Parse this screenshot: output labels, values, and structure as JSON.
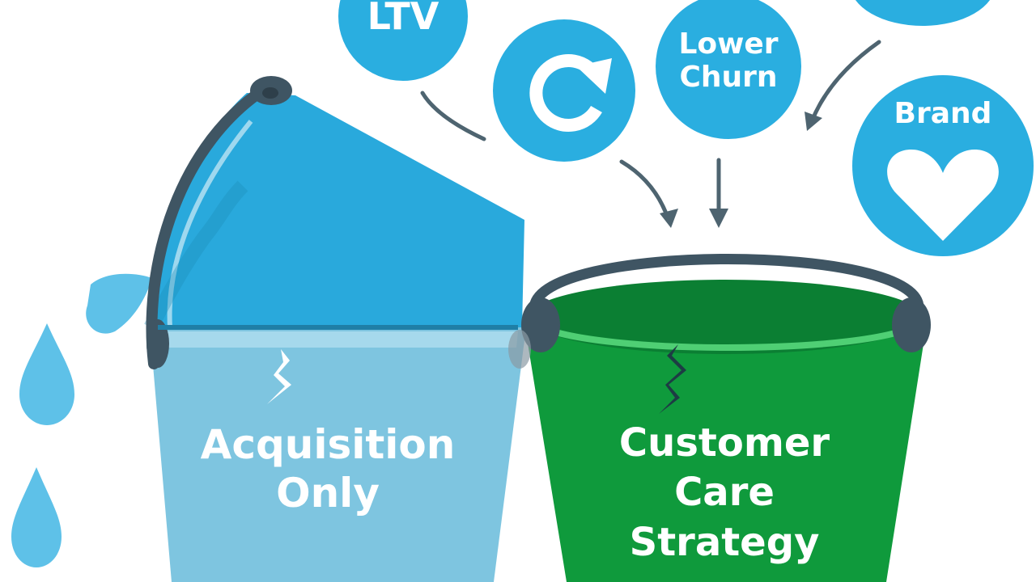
{
  "circles": {
    "ltv": "LTV",
    "lower_churn": [
      "Lower",
      "Churn"
    ],
    "brand": "Brand"
  },
  "buckets": {
    "left": [
      "Acquisition",
      "Only"
    ],
    "right": [
      "Customer",
      "Care",
      "Strategy"
    ]
  },
  "colors": {
    "circle": "#2aaee0",
    "left_bucket": "#7ec5e0",
    "left_bucket_tilt": "#29a9dc",
    "right_bucket": "#0f9a3c",
    "handle": "#3f5563",
    "arrow": "#4e6470",
    "droplet": "#5ec1e8"
  }
}
